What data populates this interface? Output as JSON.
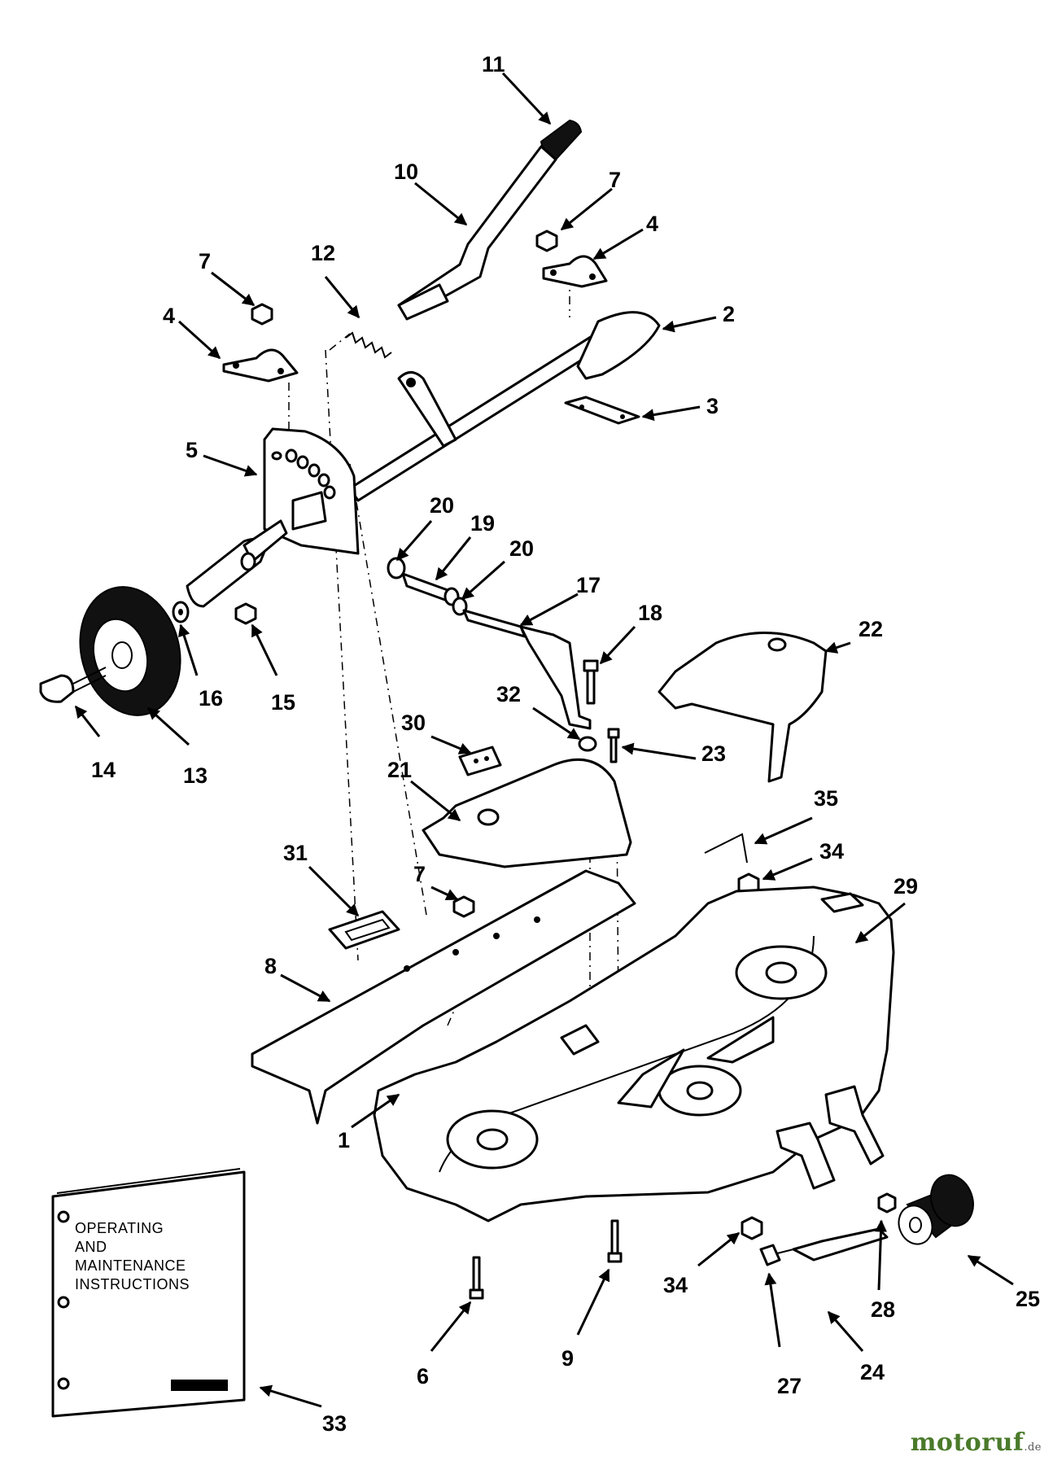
{
  "manual": {
    "lines": [
      "OPERATING",
      "AND",
      "MAINTENANCE",
      "INSTRUCTIONS"
    ]
  },
  "callouts": {
    "c1": "1",
    "c2": "2",
    "c3": "3",
    "c4a": "4",
    "c4b": "4",
    "c5": "5",
    "c6": "6",
    "c7a": "7",
    "c7b": "7",
    "c7c": "7",
    "c8": "8",
    "c9": "9",
    "c10": "10",
    "c11": "11",
    "c12": "12",
    "c13": "13",
    "c14": "14",
    "c15": "15",
    "c16": "16",
    "c17": "17",
    "c18": "18",
    "c19": "19",
    "c20a": "20",
    "c20b": "20",
    "c21": "21",
    "c22": "22",
    "c23": "23",
    "c24": "24",
    "c25": "25",
    "c27": "27",
    "c28": "28",
    "c29": "29",
    "c30": "30",
    "c31": "31",
    "c32": "32",
    "c33": "33",
    "c34a": "34",
    "c34b": "34",
    "c35": "35"
  },
  "watermark": {
    "brand": "motoruf",
    "tld": ".de",
    "color": "#4a7a2a"
  }
}
